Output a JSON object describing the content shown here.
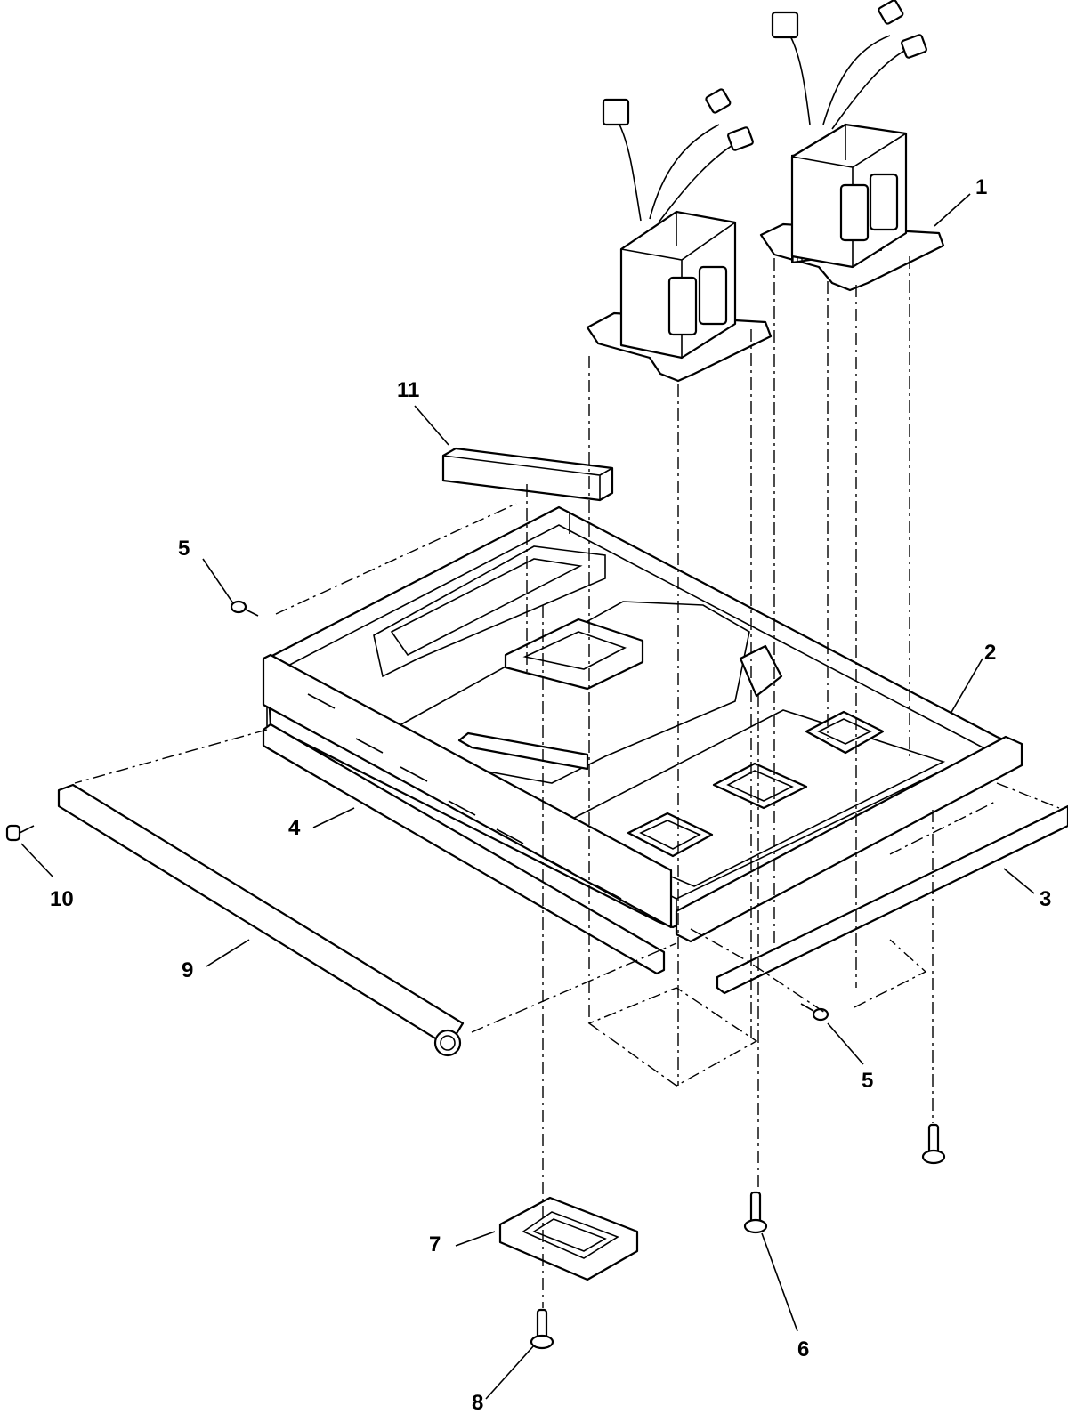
{
  "callouts": {
    "c1": "1",
    "c2": "2",
    "c3": "3",
    "c4": "4",
    "c5a": "5",
    "c5b": "5",
    "c6": "6",
    "c7": "7",
    "c8": "8",
    "c9": "9",
    "c10": "10",
    "c11": "11"
  },
  "style": {
    "line_color": "#000000",
    "background": "#ffffff"
  }
}
